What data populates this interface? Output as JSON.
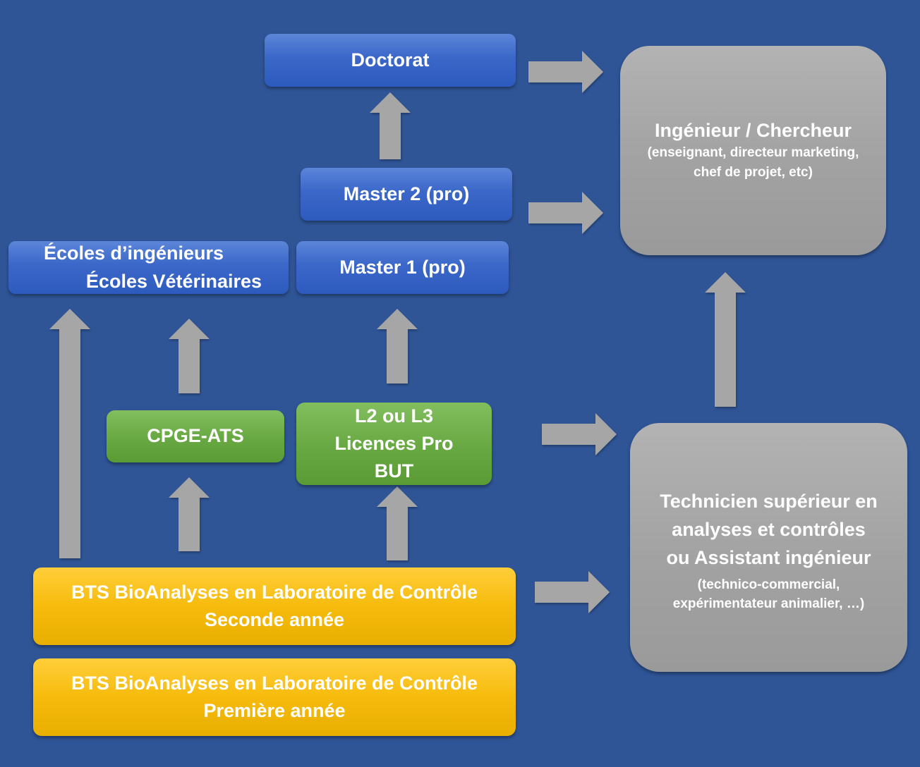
{
  "boxes": {
    "doctorat": "Doctorat",
    "master2": "Master 2 (pro)",
    "master1": "Master 1 (pro)",
    "ecoles_line1": "Écoles d’ingénieurs",
    "ecoles_line2": "Écoles Vétérinaires",
    "cpge": "CPGE-ATS",
    "licences_line1": "L2 ou L3",
    "licences_line2": "Licences Pro",
    "licences_line3": "BUT",
    "bts2_line1": "BTS BioAnalyses en Laboratoire de Contrôle",
    "bts2_line2": "Seconde année",
    "bts1_line1": "BTS BioAnalyses en Laboratoire de Contrôle",
    "bts1_line2": "Première année",
    "ingenieur_title": "Ingénieur / Chercheur",
    "ingenieur_sub1": "(enseignant, directeur marketing,",
    "ingenieur_sub2": "chef de projet, etc)",
    "technicien_line1": "Technicien supérieur en",
    "technicien_line2": "analyses et contrôles",
    "technicien_line3": "ou Assistant ingénieur",
    "technicien_sub1": "(technico-commercial,",
    "technicien_sub2": "expérimentateur animalier, …)"
  },
  "colors": {
    "background": "#2f5597",
    "arrow": "#a6a6a6",
    "blue_box": "#3b67c9",
    "green_box": "#6aaa44",
    "yellow_box": "#f6bb0c",
    "gray_box": "#a6a6a6",
    "text": "#ffffff"
  }
}
